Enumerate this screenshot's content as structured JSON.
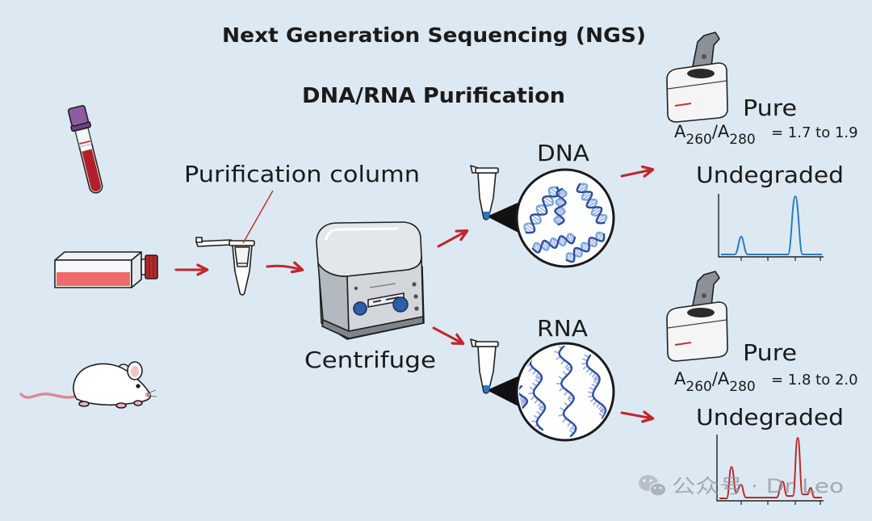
{
  "title": "Next Generation Sequencing (NGS)",
  "subtitle": "DNA/RNA Purification",
  "labels": {
    "column": "Purification column",
    "centrifuge": "Centrifuge",
    "dna": "DNA",
    "rna": "RNA"
  },
  "dna_result": {
    "pure": "Pure",
    "ratio": {
      "a1": "A",
      "sub1": "260",
      "a2": "/A",
      "sub2": "280",
      "range": "= 1.7 to 1.9"
    },
    "quality": "Undegraded"
  },
  "rna_result": {
    "pure": "Pure",
    "ratio": {
      "a1": "A",
      "sub1": "260",
      "a2": "/A",
      "sub2": "280",
      "range": "= 1.8 to 2.0"
    },
    "quality": "Undegraded"
  },
  "watermark": "公众号 · Dr Leo",
  "icons": {
    "sample_1": "blood-tube-icon",
    "sample_2": "cell-culture-flask-icon",
    "sample_3": "mouse-icon",
    "column": "spin-column-icon",
    "instrument": "centrifuge-icon",
    "quality_check": "spectrophotometer-icon",
    "watermark_logo": "wechat-icon"
  },
  "colors": {
    "background": "#dce9f2",
    "arrow": "#c0272d",
    "text": "#1b1b1b",
    "dna_trace": "#2a7cc2",
    "rna_trace": "#c0272d"
  }
}
